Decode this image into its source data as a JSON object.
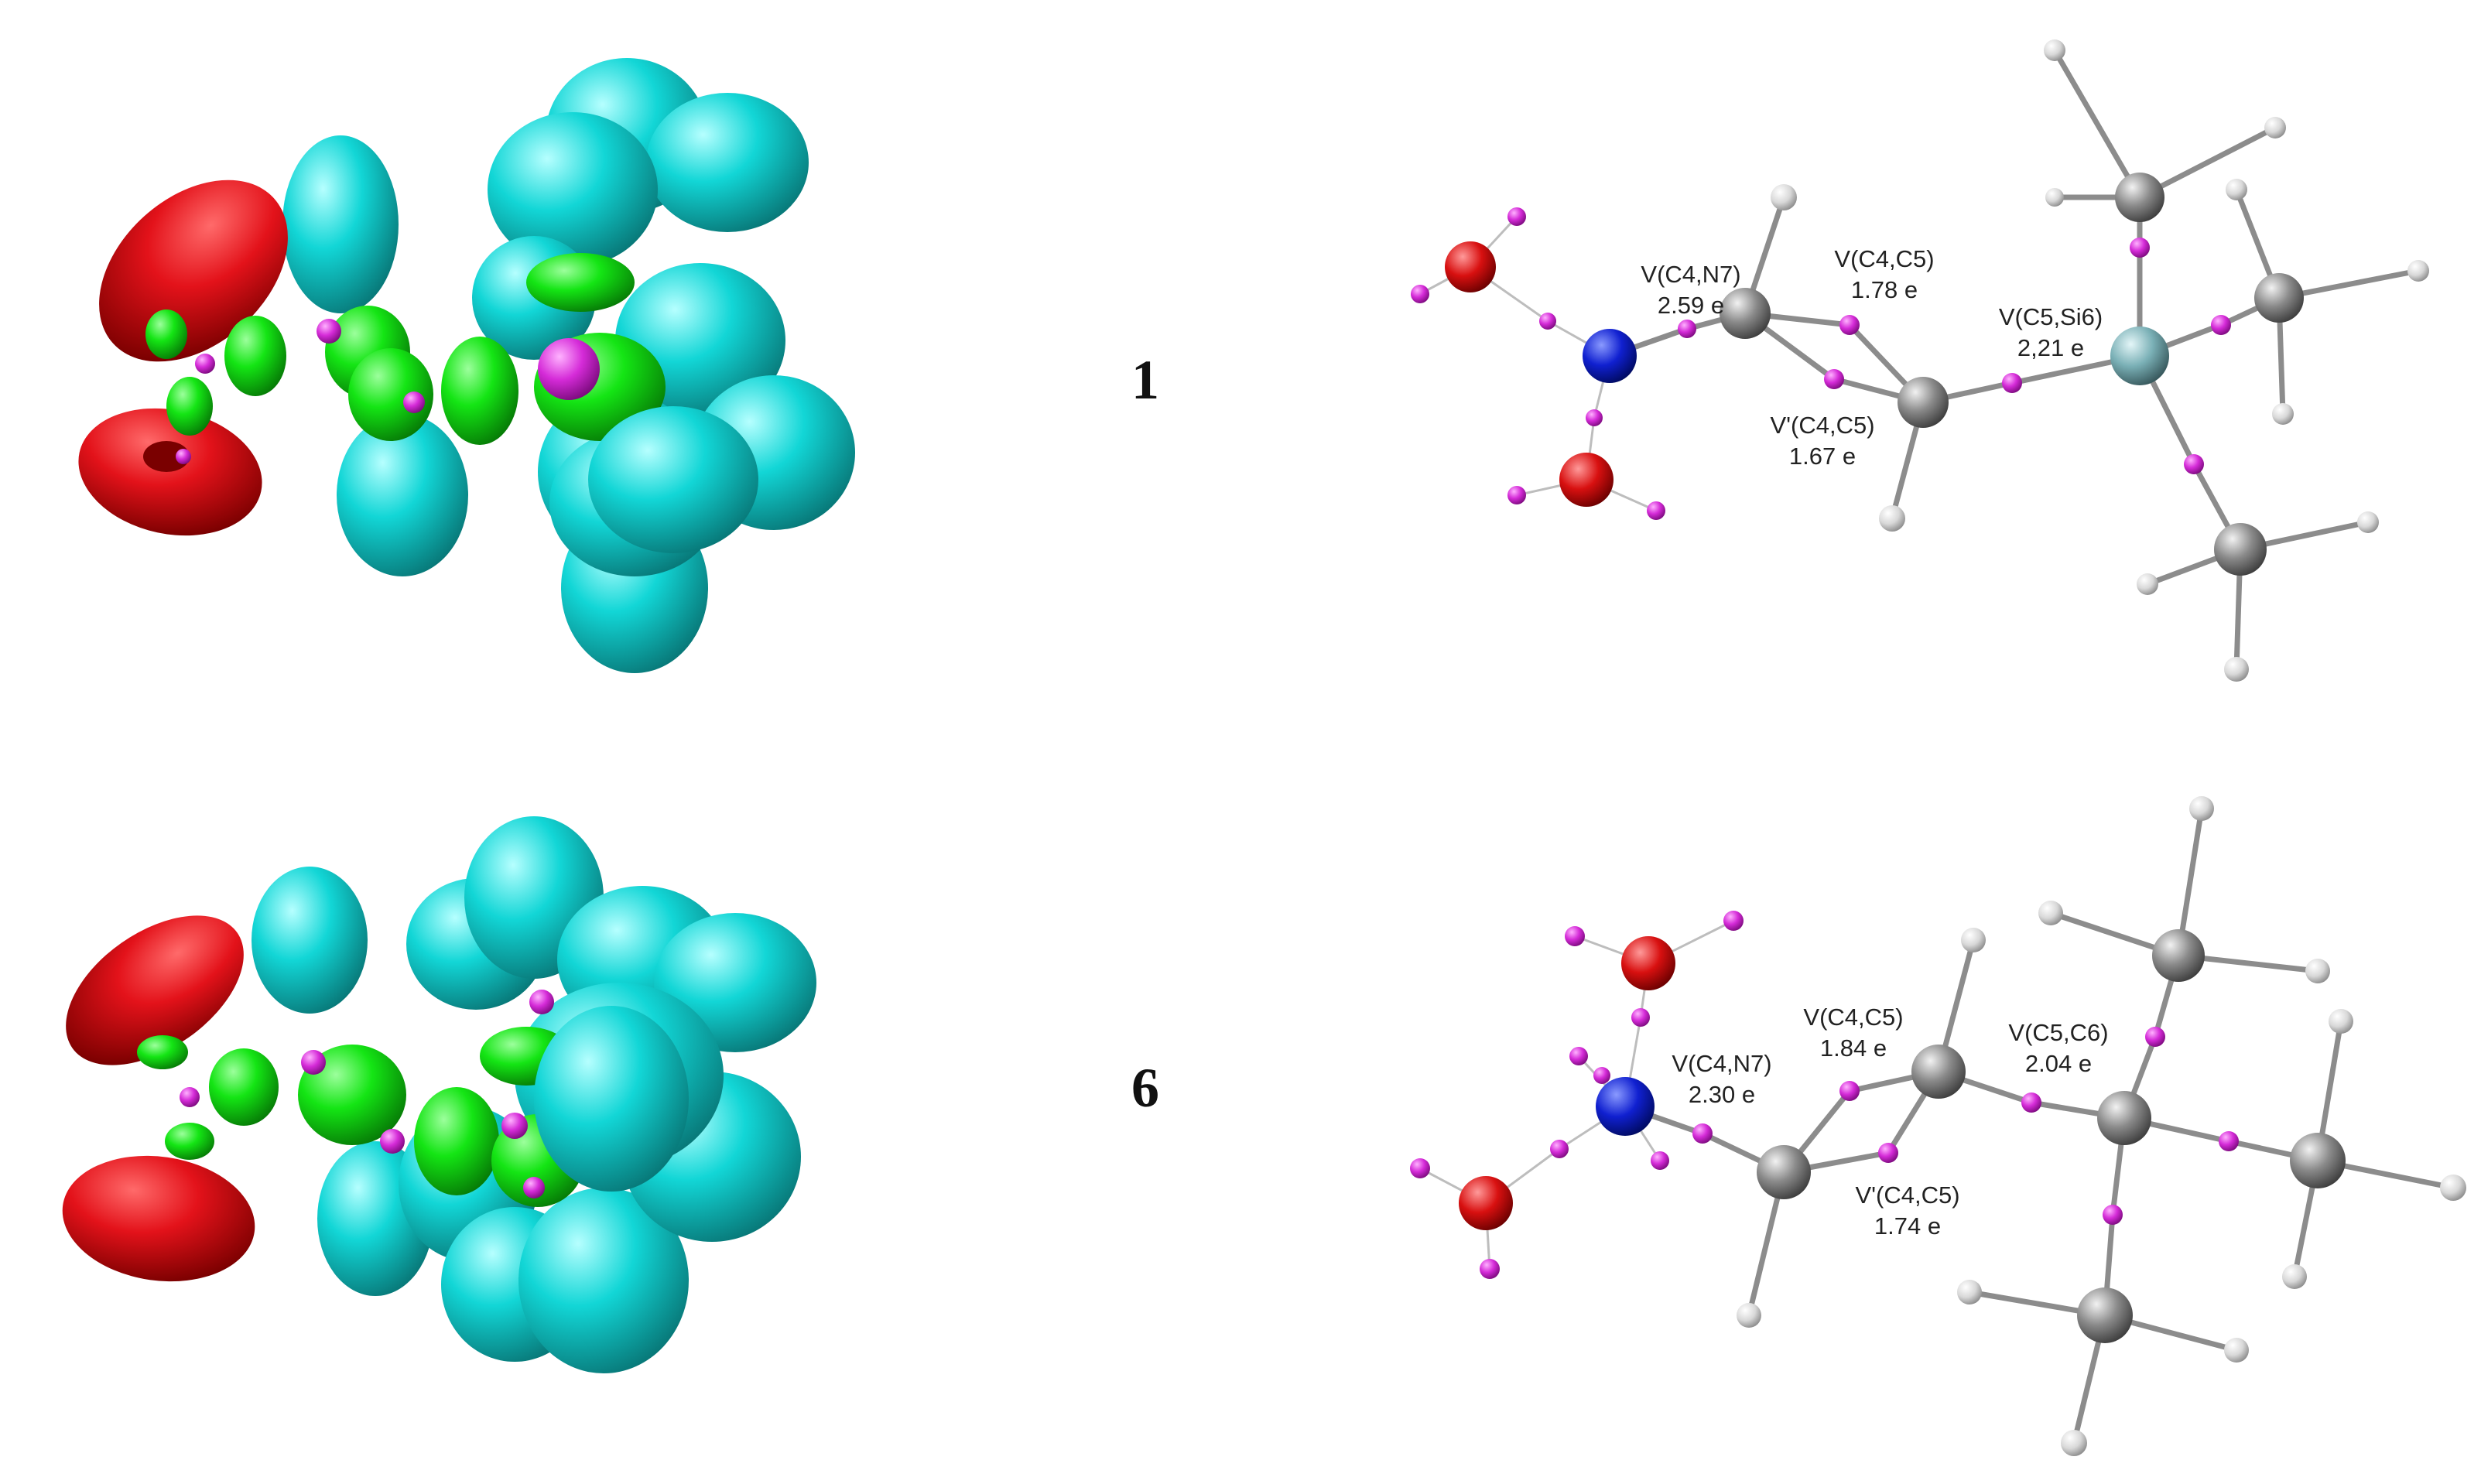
{
  "colors": {
    "lobe_red": "#e3121a",
    "lobe_green": "#14e514",
    "lobe_cyan": "#12d6d6",
    "attractor_magenta": "#d52bd8",
    "atom_carbon": "#8a8a8a",
    "atom_hydrogen": "#d8d8d8",
    "atom_oxygen": "#d81010",
    "atom_nitrogen": "#1020d0",
    "atom_silicon": "#7ab0b6",
    "bond_grey": "#8c8c8c"
  },
  "panels": [
    {
      "compound_label": "1",
      "annotations": [
        {
          "basin": "V(C4,N7)",
          "population": "2.59 e"
        },
        {
          "basin": "V(C4,C5)",
          "population": "1.78 e"
        },
        {
          "basin": "V(C5,Si6)",
          "population": "2,21 e"
        },
        {
          "basin": "V'(C4,C5)",
          "population": "1.67 e"
        }
      ]
    },
    {
      "compound_label": "6",
      "annotations": [
        {
          "basin": "V(C4,N7)",
          "population": "2.30 e"
        },
        {
          "basin": "V(C4,C5)",
          "population": "1.84 e"
        },
        {
          "basin": "V(C5,C6)",
          "population": "2.04 e"
        },
        {
          "basin": "V'(C4,C5)",
          "population": "1.74 e"
        }
      ]
    }
  ]
}
